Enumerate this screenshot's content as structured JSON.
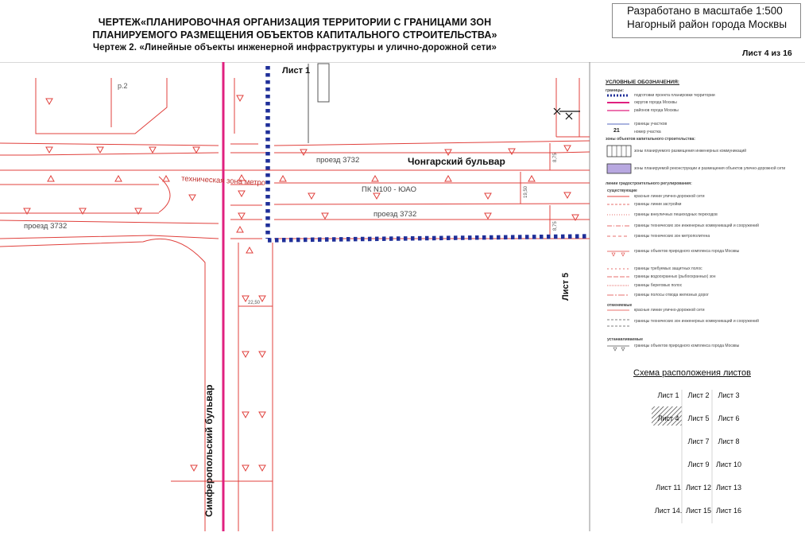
{
  "header": {
    "title_line1": "ЧЕРТЕЖ«ПЛАНИРОВОЧНАЯ ОРГАНИЗАЦИЯ ТЕРРИТОРИИ С ГРАНИЦАМИ ЗОН",
    "title_line2": "ПЛАНИРУЕМОГО РАЗМЕЩЕНИЯ ОБЪЕКТОВ КАПИТАЛЬНОГО СТРОИТЕЛЬСТВА»",
    "title_line3": "Чертеж 2. «Линейные объекты инженерной инфраструктуры и улично-дорожной сети»",
    "scale_text": "Разработано в масштабе 1:500",
    "district_text": "Нагорный район города Москвы",
    "sheet_number": "Лист 4 из 16"
  },
  "map": {
    "sheet1_label": "Лист 1",
    "sheet5_label": "Лист 5",
    "street_chongar": "Чонгарский бульвар",
    "street_simferopol": "Симферопольский  бульвар",
    "proezd_upper": "проезд  3732",
    "proezd_lower": "проезд  3732",
    "proezd_left": "проезд  3732",
    "tech_zone": "техническая зона метро",
    "pk_label": "ПК  N100 - ЮАО",
    "lot_label": "р.2",
    "dim_left": "22,50",
    "dim_right": "19,50",
    "dim_top": "8,75",
    "dim_bottom": "8,75"
  },
  "legend": {
    "title": "УСЛОВНЫЕ ОБОЗНАЧЕНИЯ:",
    "group_boundaries": "границы:",
    "items": [
      "подготовки проекта планировки территории",
      "округов города Москвы",
      "районов города Москвы",
      "границы участков",
      "номер участка",
      "зоны объектов капитального строительства:",
      "зоны планируемого размещения инженерных коммуникаций",
      "зоны планируемой реконструкции и размещения объектов улично-дорожной сети",
      "линии градостроительного регулирования:",
      "красные линии улично-дорожной сети",
      "границы линии застройки",
      "границы внеуличных пешеходных переходов",
      "границы технических зон инженерных коммуникаций и сооружений",
      "границы технических зон метрополитена",
      "границы объектов природного комплекса города Москвы",
      "границы требуемых защитных полос",
      "границы водоохранных (рыбоохранных) зон",
      "границы береговых полос",
      "границы полосы отвода железных дорог",
      "красные линии улично-дорожной сети",
      "границы технических зон инженерных коммуникаций и сооружений",
      "границы объектов природного комплекса города Москвы"
    ],
    "lot_number_sample": "21",
    "group_existing": "существующие",
    "group_cancelled": "отменяемые",
    "group_established": "устанавливаемые"
  },
  "scheme": {
    "title": "Схема расположения листов",
    "sheets": [
      "Лист 1",
      "Лист 2",
      "Лист 3",
      "Лист 4",
      "Лист 5",
      "Лист 6",
      "Лист 7",
      "Лист 8",
      "Лист 9",
      "Лист 10",
      "Лист 11",
      "Лист 12",
      "Лист 13",
      "Лист 14.",
      "Лист 15",
      "Лист 16"
    ]
  },
  "colors": {
    "red_line": "#e0403c",
    "magenta_boundary": "#e0207f",
    "dotted_boundary": "#1f2f99",
    "tech_zone_text": "#c0302c"
  }
}
